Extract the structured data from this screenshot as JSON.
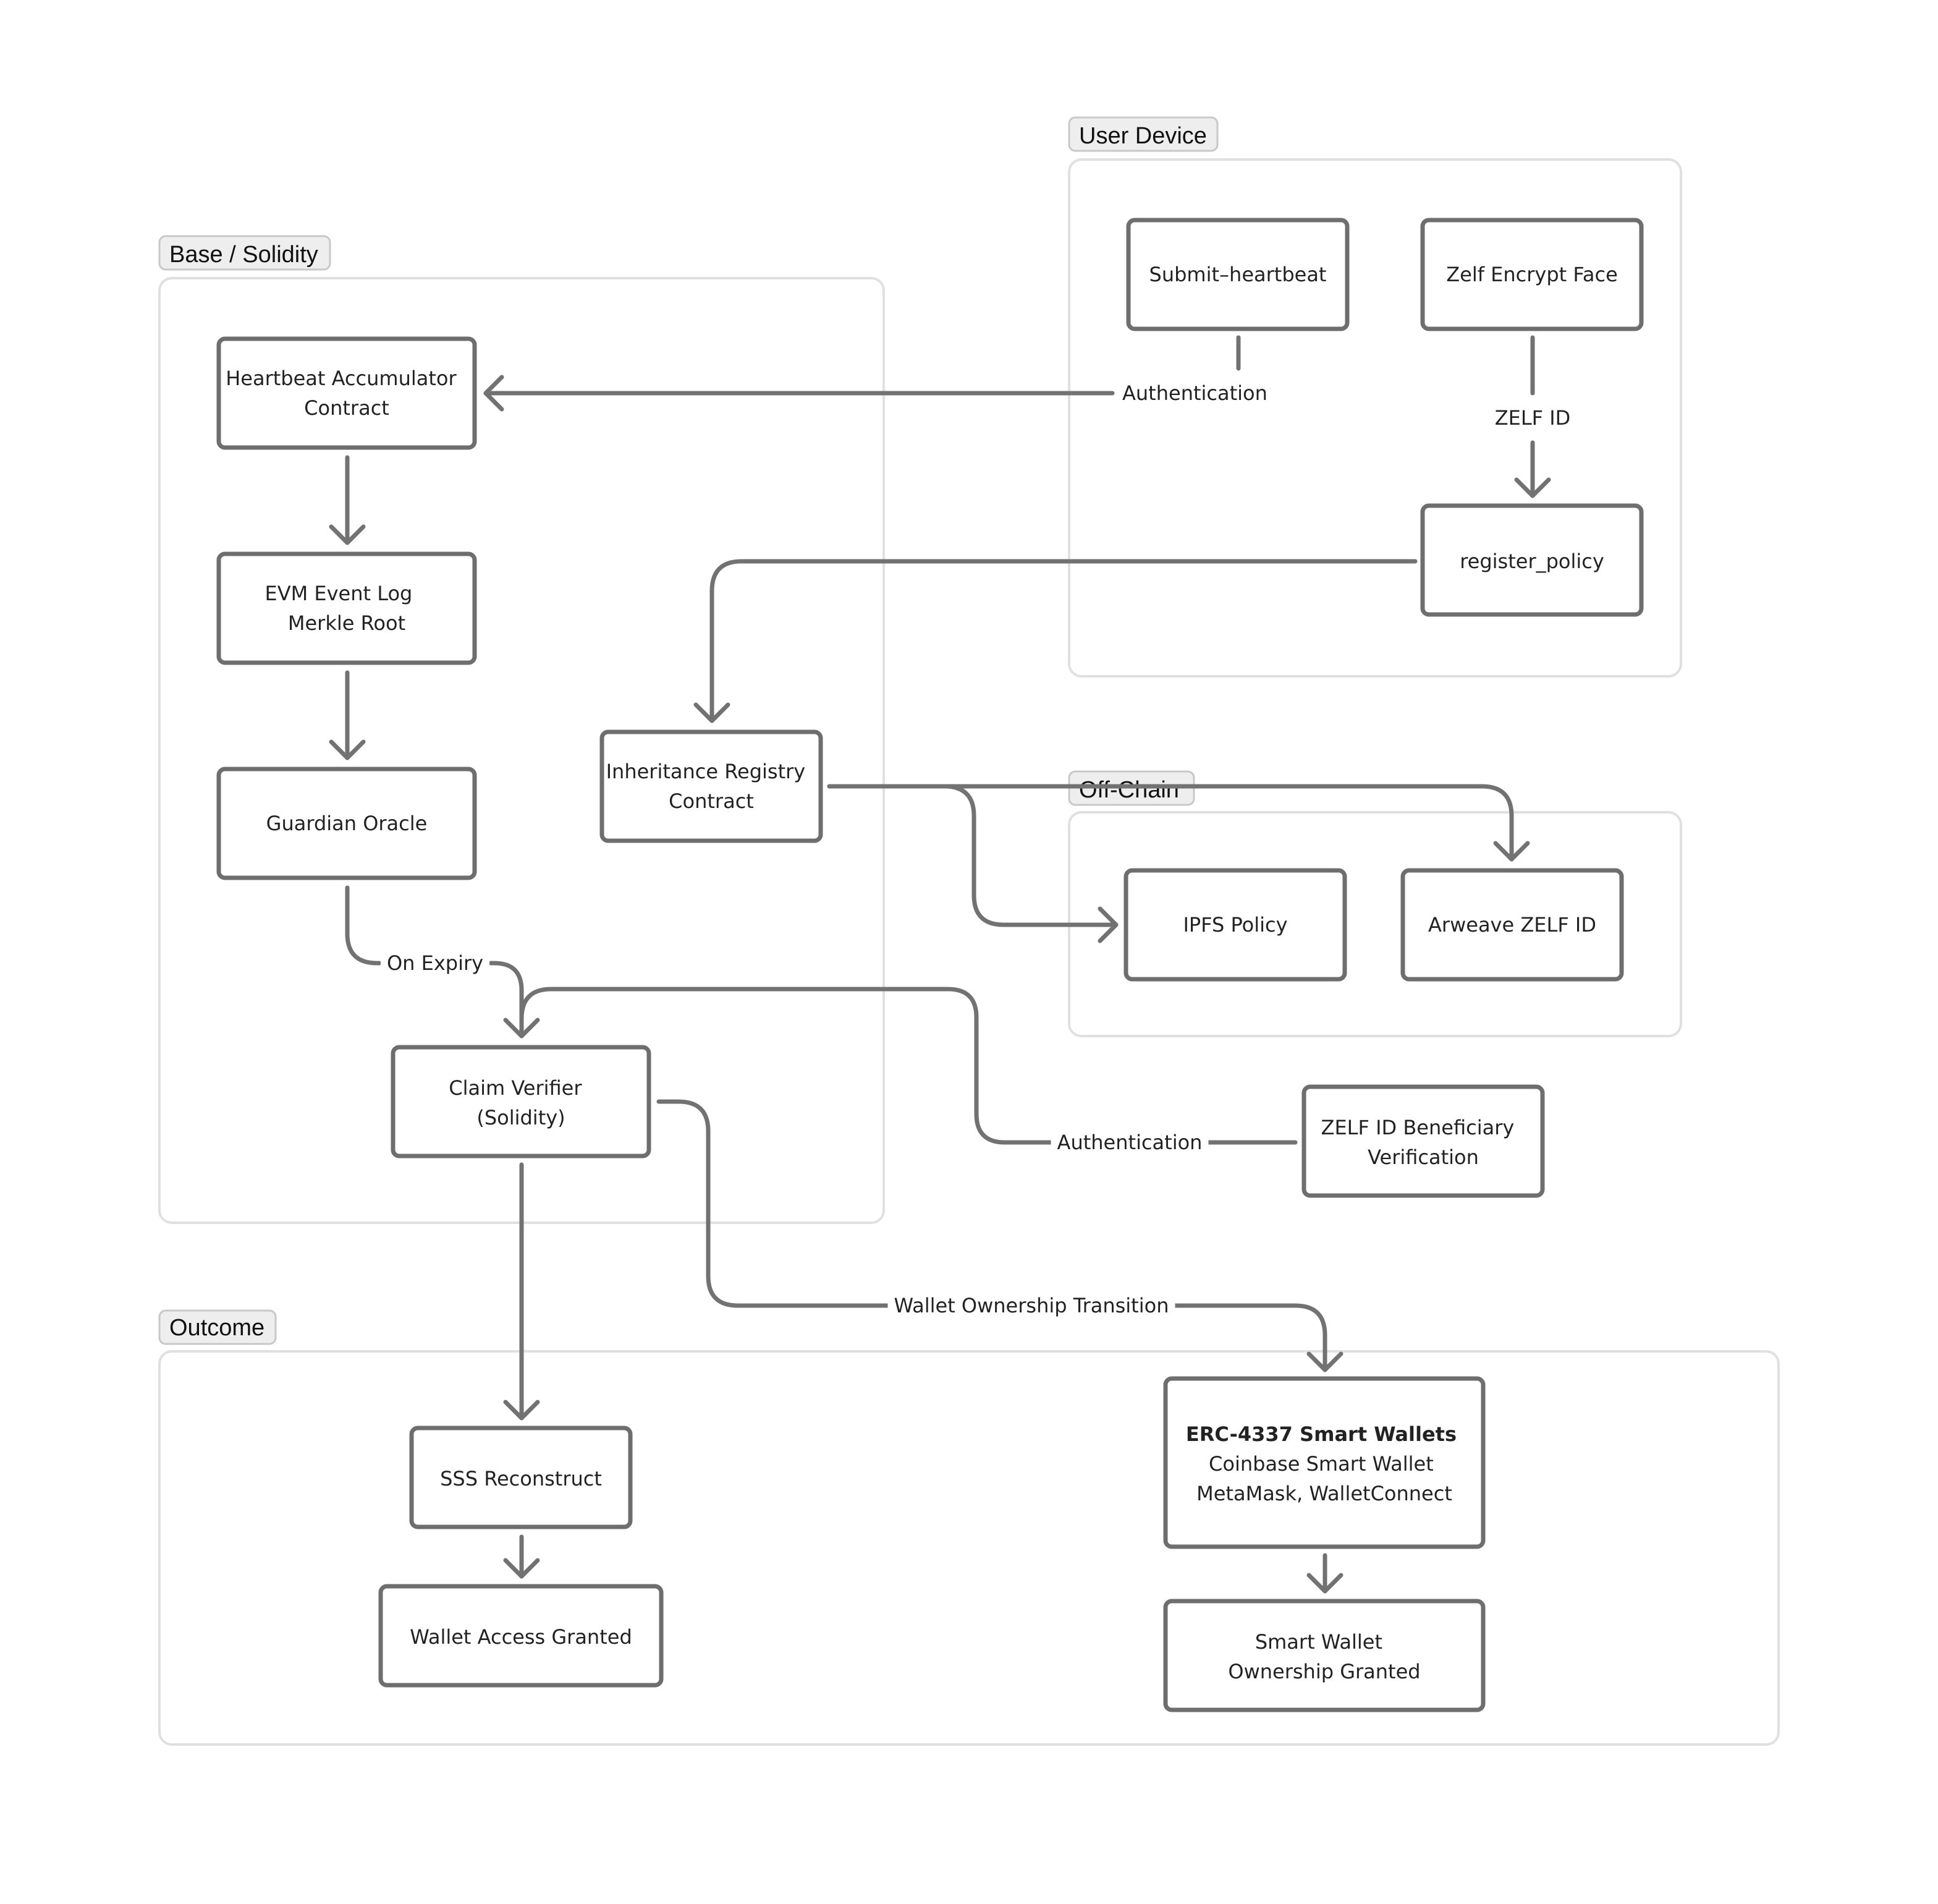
{
  "groups": {
    "user_device": "User Device",
    "base_solidity": "Base / Solidity",
    "off_chain": "Off-Chain",
    "outcome": "Outcome"
  },
  "nodes": {
    "submit_heartbeat": [
      "Submit–heartbeat"
    ],
    "zelf_encrypt_face": [
      "Zelf Encrypt Face"
    ],
    "register_policy": [
      "register_policy"
    ],
    "heartbeat_accumulator": [
      "Heartbeat Accumulator",
      "Contract"
    ],
    "evm_event_log": [
      "EVM Event Log",
      "Merkle Root"
    ],
    "guardian_oracle": [
      "Guardian Oracle"
    ],
    "inheritance_registry": [
      "Inheritance Registry",
      "Contract"
    ],
    "claim_verifier": [
      "Claim Verifier",
      "(Solidity)"
    ],
    "ipfs_policy": [
      "IPFS Policy"
    ],
    "arweave_zelf_id": [
      "Arweave ZELF ID"
    ],
    "zelf_beneficiary": [
      "ZELF ID Beneficiary",
      "Verification"
    ],
    "sss_reconstruct": [
      "SSS Reconstruct"
    ],
    "wallet_access": [
      "Wallet Access Granted"
    ],
    "erc4337_wallets": [
      "ERC-4337 Smart Wallets",
      "Coinbase Smart Wallet",
      "MetaMask, WalletConnect"
    ],
    "smart_wallet_ownership": [
      "Smart Wallet",
      "Ownership Granted"
    ]
  },
  "edge_labels": {
    "authentication_heartbeat": "Authentication",
    "zelf_id": "ZELF ID",
    "on_expiry": "On Expiry",
    "authentication_beneficiary": "Authentication",
    "wallet_ownership_transition": "Wallet Ownership Transition"
  }
}
